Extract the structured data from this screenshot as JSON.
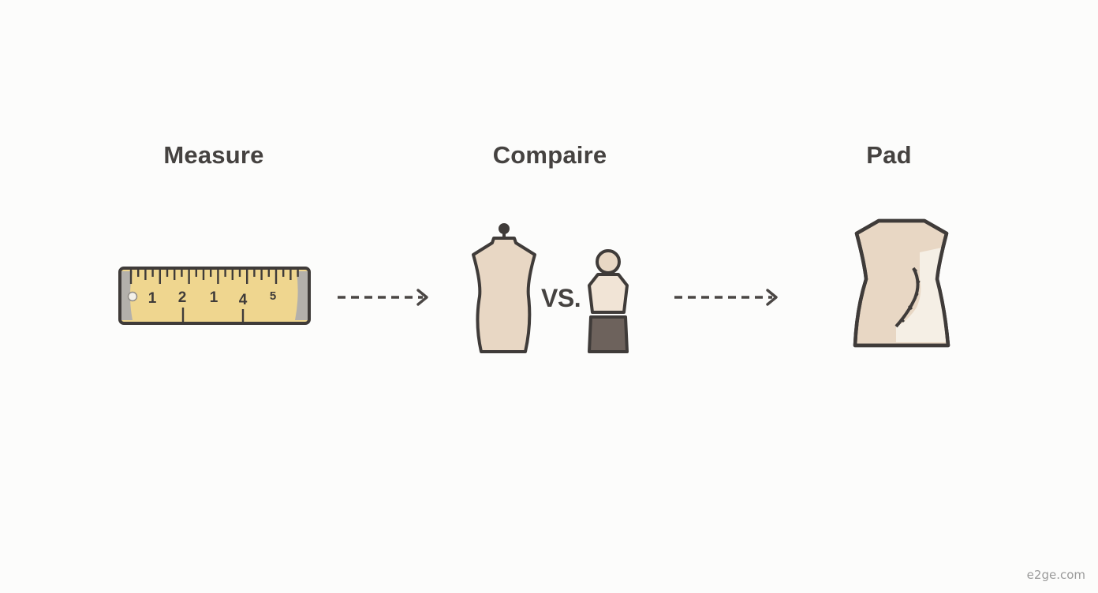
{
  "steps": [
    {
      "title": "Measure",
      "icon": "tape-measure-icon"
    },
    {
      "title": "Compaire",
      "icon": "dress-forms-compare-icon"
    },
    {
      "title": "Pad",
      "icon": "padded-dress-form-icon"
    }
  ],
  "ruler": {
    "numbers": [
      "1",
      "2",
      "1",
      "4",
      "5"
    ]
  },
  "compare_label": "VS.",
  "watermark": "e2ge.com",
  "colors": {
    "text": "#454240",
    "outline": "#3f3b39",
    "ruler_fill": "#efd68f",
    "ruler_end": "#b3b0ab",
    "form_fill": "#e8d7c4",
    "skirt_fill": "#6d625c",
    "pad_fill": "#f5efe5"
  }
}
